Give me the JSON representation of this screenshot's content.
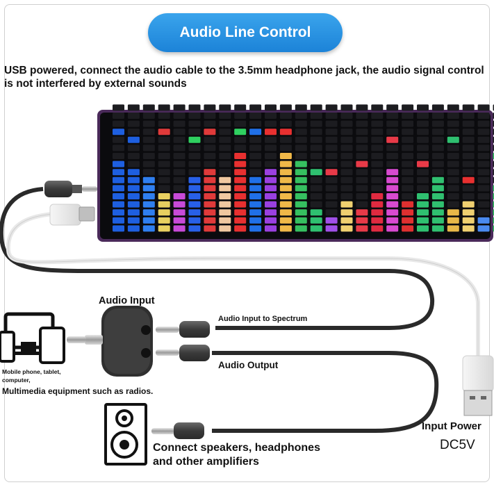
{
  "title": "Audio Line Control",
  "description": "USB powered, connect the audio cable to the 3.5mm headphone jack, the audio signal control is not interfered by external sounds",
  "labels": {
    "audio_input": "Audio Input",
    "audio_input_to_spectrum": "Audio Input to Spectrum",
    "audio_output": "Audio Output",
    "devices_small": "Mobile phone, tablet,",
    "devices_small_2": "computer,",
    "multimedia": "Multimedia equipment such as radios.",
    "speakers_line1": "Connect speakers, headphones",
    "speakers_line2": "and other amplifiers",
    "input_power": "Input Power",
    "voltage": "DC5V"
  },
  "spectrum": {
    "levels": [
      9,
      8,
      7,
      5,
      5,
      7,
      8,
      7,
      10,
      7,
      8,
      10,
      9,
      3,
      2,
      4,
      3,
      5,
      8,
      4,
      5,
      7,
      3,
      4,
      2,
      6
    ],
    "peaks": [
      10,
      9,
      0,
      10,
      0,
      9,
      10,
      0,
      10,
      10,
      10,
      10,
      0,
      5,
      5,
      0,
      6,
      0,
      9,
      0,
      6,
      0,
      9,
      4,
      0,
      7
    ],
    "colors": [
      "#1e5fe0",
      "#1e5fe0",
      "#2f7ff0",
      "#e8d060",
      "#c84ad8",
      "#2860e8",
      "#e03a3a",
      "#f0c8a0",
      "#e83030",
      "#2070e8",
      "#9a40e0",
      "#f0b848",
      "#36c060",
      "#2fc070",
      "#a050e8",
      "#f0d070",
      "#e83a48",
      "#e02a40",
      "#d84ad0",
      "#e03030",
      "#2fc070",
      "#30c070",
      "#e8b848",
      "#f0d070",
      "#4a8af0",
      "#30c060"
    ],
    "peak_colors": [
      "#1e5fe0",
      "#1e5fe0",
      "#2f7ff0",
      "#e03a3a",
      "#c84ad8",
      "#2fd060",
      "#e03a3a",
      "#f0c8a0",
      "#2fd060",
      "#2070e8",
      "#e83030",
      "#e83030",
      "#36c060",
      "#2fc070",
      "#e83a48",
      "#f0d070",
      "#e83a48",
      "#e02a40",
      "#e83a48",
      "#e03030",
      "#e83a48",
      "#30c070",
      "#2fc070",
      "#e83030",
      "#4a8af0",
      "#30c060"
    ]
  }
}
